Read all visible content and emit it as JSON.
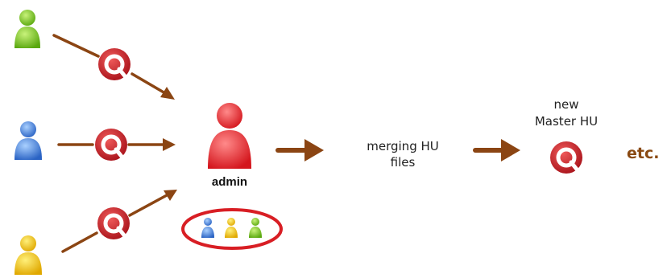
{
  "diagram": {
    "admin_label": "admin",
    "merge_label_line1": "merging HU",
    "merge_label_line2": "files",
    "master_label_line1": "new",
    "master_label_line2": "Master HU",
    "etc_label": "etc."
  },
  "users": [
    {
      "name": "user-green",
      "color": "#7dc81e"
    },
    {
      "name": "user-blue",
      "color": "#3f7fd6"
    },
    {
      "name": "user-yellow",
      "color": "#f2c200"
    }
  ],
  "admin": {
    "color": "#e0252b"
  },
  "arrow_color": "#8b4513",
  "logo_color": "#c41a24",
  "group_ring_color": "#d81e24",
  "icons": [
    "person-icon",
    "hu-logo-icon",
    "arrow-icon"
  ]
}
